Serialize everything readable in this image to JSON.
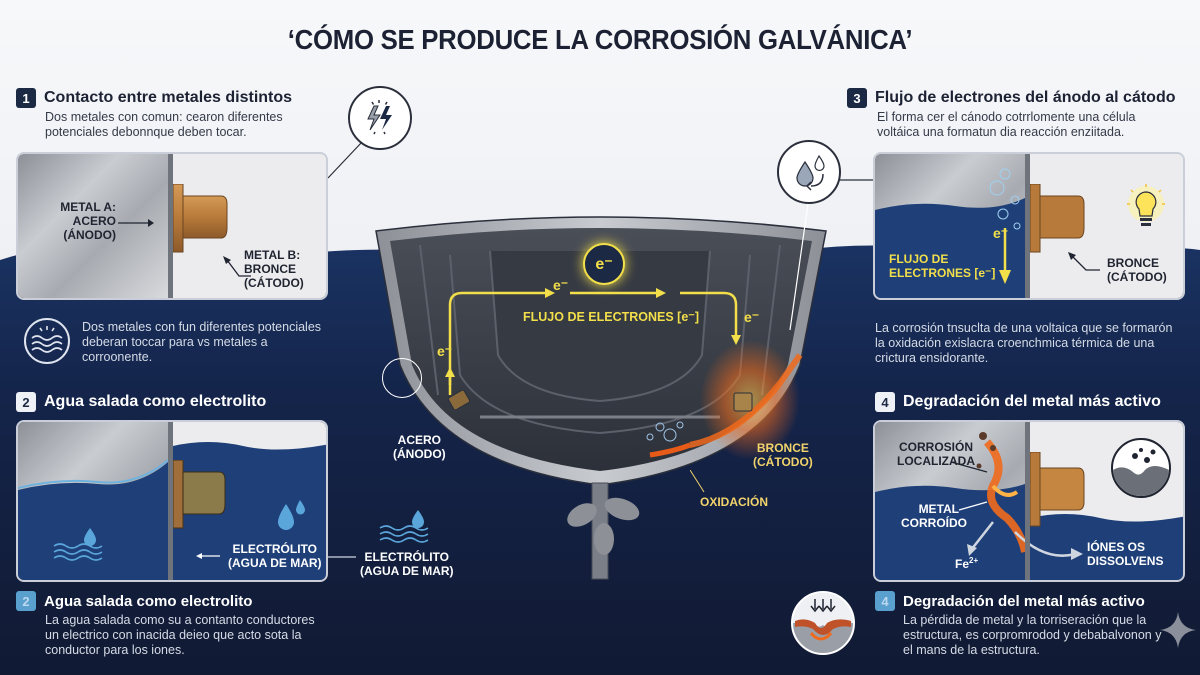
{
  "title": "‘CÓMO SE PRODUCE LA CORROSIÓN GALVÁNICA’",
  "colors": {
    "navy": "#14244a",
    "deep_navy": "#121a35",
    "electron_yellow": "#f2df4a",
    "bronze": "#b87a3a",
    "corrosion_orange": "#f06a1c",
    "steel": "#a7aab0"
  },
  "section1": {
    "number": "1",
    "heading": "Contacto entre metales distintos",
    "description_line1": "Dos metales con comun: cearon diferentes",
    "description_line2": "potenciales debonnque deben tocar.",
    "metal_a_label": [
      "METAL A:",
      "ACERO",
      "(ÁNODO)"
    ],
    "metal_b_label": [
      "METAL B:",
      "BRONCE",
      "(CÁTODO)"
    ],
    "icon": "lightning-bolts-icon",
    "note_icon": "waves-sun-icon",
    "note_lines": [
      "Dos metales con fun diferentes potenciales",
      "deberan toccar para vs metales a",
      "corroonente."
    ]
  },
  "section2": {
    "number": "2",
    "heading": "Agua salada como electrolito",
    "panel_label": [
      "ELECTRÓLITO",
      "(AGUA DE MAR)"
    ],
    "caption_number": "2",
    "caption_heading": "Agua salada como electrolito",
    "caption_lines": [
      "La agua salada como su a contanto conductores",
      "un electrico con inacida deieo que acto sota la",
      "conductor para los iones."
    ]
  },
  "section3": {
    "number": "3",
    "heading": "Flujo de electrones del ánodo al cátodo",
    "description_line1": "El forma cer el cánodo cotrrlomente una célula",
    "description_line2": "voltáica una formatun dia reacción enziitada.",
    "icon": "water-cycle-icon",
    "electron_symbol": "e⁻",
    "flow_label": [
      "FLUJO DE",
      "ELECTRONES [e⁻]"
    ],
    "bronze_label": [
      "BRONCE",
      "(CÁTODO)"
    ],
    "bulb_icon": "light-bulb-icon",
    "note_lines": [
      "La corrosión tnsuclta de una voltaica que se formarón",
      "la oxidación exislacra croenchmica térmica de una",
      "crictura ensidorante."
    ]
  },
  "section4": {
    "number": "4",
    "heading": "Degradación del metal más activo",
    "corrosion_label": [
      "CORROSIÓN",
      "LOCALIZADA"
    ],
    "corroded_label": [
      "METAL",
      "CORROÍDO"
    ],
    "ion_label": "Fe",
    "ion_charge": "2+",
    "dissolve_label": [
      "IÓNES OS",
      "DISSOLVENS"
    ],
    "caption_number": "4",
    "caption_heading": "Degradación del metal más activo",
    "caption_lines": [
      "La pérdida de metal y la torriseración que la",
      "estructura, es corpromrodod y debabalvonon y",
      "el mans de la estructura."
    ]
  },
  "center": {
    "electron_badge": "e⁻",
    "electron_symbol": "e⁻",
    "flow_label": "FLUJO DE ELECTRONES [e⁻]",
    "anode_label": [
      "ACERO",
      "(ÁNODO)"
    ],
    "cathode_label": [
      "BRONCE",
      "(CÁTODO)"
    ],
    "oxidation_label": "OXIDACIÓN",
    "electrolyte_label": [
      "ELECTRÓLITO",
      "(AGUA DE MAR)"
    ]
  }
}
